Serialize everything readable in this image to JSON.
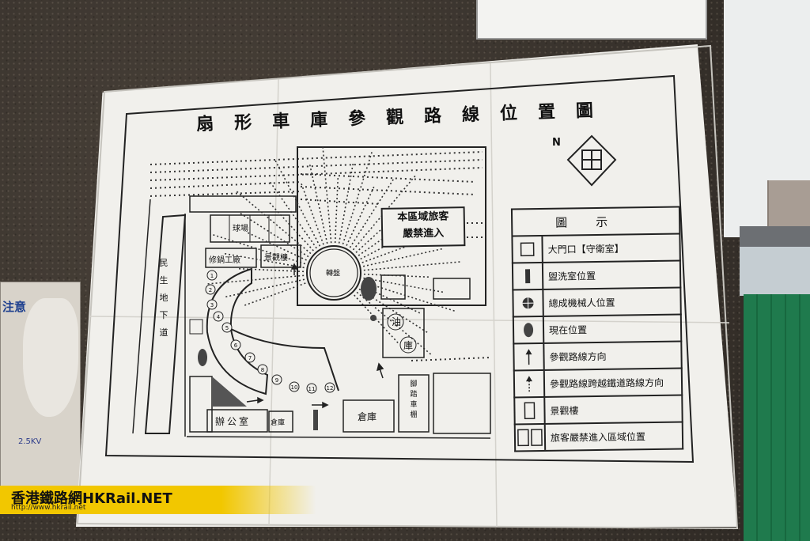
{
  "poster": {
    "title": "扇形車庫參觀路線位置圖",
    "north_label": "N",
    "restricted_notice": [
      "本區域旅客",
      "嚴禁進入"
    ],
    "map_labels": {
      "road": "民生地下道",
      "ball_court": "球場",
      "repair_shop": "修鍋工廠",
      "view_tower": "景觀樓",
      "turntable": "轉盤",
      "oil": "油",
      "storehouse": "庫",
      "office": "辦公室",
      "small_warehouse": "倉庫",
      "warehouse": "倉庫",
      "garage": "腳踏車棚"
    },
    "track_numbers": [
      "1",
      "2",
      "3",
      "4",
      "5",
      "6",
      "7",
      "8",
      "9",
      "10",
      "11",
      "12"
    ]
  },
  "legend": {
    "header": "圖示",
    "rows": [
      {
        "symbol": "square-icon",
        "label": "大門口【守衛室】"
      },
      {
        "symbol": "bar-icon",
        "label": "盥洗室位置"
      },
      {
        "symbol": "cross-circle-icon",
        "label": "總成機械人位置"
      },
      {
        "symbol": "oval-icon",
        "label": "現在位置"
      },
      {
        "symbol": "arrow-up-icon",
        "label": "參觀路線方向"
      },
      {
        "symbol": "dashed-arrow-icon",
        "label": "參觀路線跨越鐵道路線方向"
      },
      {
        "symbol": "rect-icon",
        "label": "景觀樓"
      },
      {
        "symbol": "double-rect-icon",
        "label": "旅客嚴禁進入區域位置"
      }
    ]
  },
  "side_poster": {
    "heading": "注意",
    "label": "2.5KV"
  },
  "watermark": {
    "text": "香港鐵路網HKRail.NET",
    "url": "http://www.hkrail.net"
  },
  "colors": {
    "watermark_yellow": "#f2c700",
    "shed_green": "#1f7a4d",
    "poster_paper": "#f1f0ec"
  }
}
